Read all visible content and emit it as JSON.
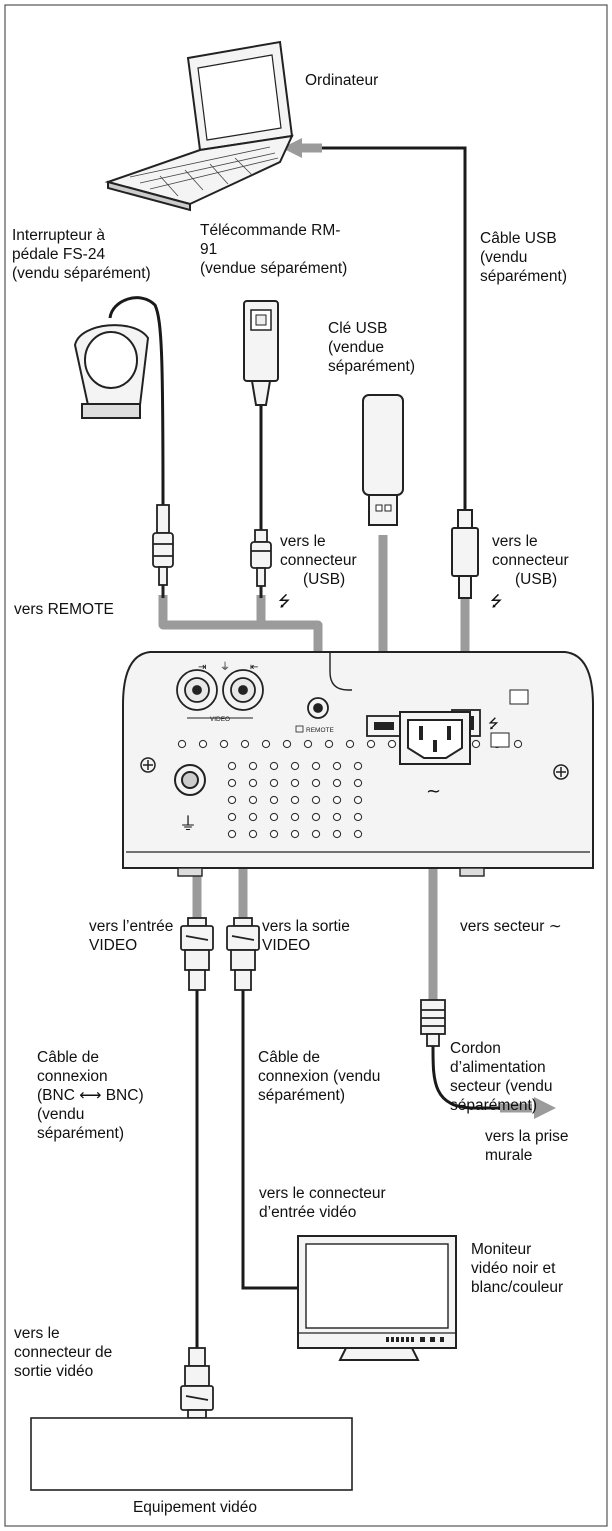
{
  "colors": {
    "connection": "#9b9b9b",
    "cable": "#1a1a1a",
    "outline": "#222222",
    "device_fill": "#f4f4f4",
    "border": "#555555"
  },
  "labels": {
    "ordinateur": [
      "Ordinateur"
    ],
    "pedale": [
      "Interrupteur à",
      "pédale FS-24",
      "(vendu séparément)"
    ],
    "telecommande": [
      "Télécommande RM-",
      "91",
      "(vendue séparément)"
    ],
    "cable_usb": [
      "Câble USB",
      "(vendu",
      "séparément)"
    ],
    "cle_usb": [
      "Clé USB",
      "(vendue",
      "séparément)"
    ],
    "vers_connecteur_usb_1": [
      "vers le",
      "connecteur",
      "(USB)"
    ],
    "vers_connecteur_usb_2": [
      "vers le",
      "connecteur",
      "(USB)"
    ],
    "vers_remote": [
      "vers REMOTE"
    ],
    "vers_entree_video": [
      "vers l’entrée",
      "VIDEO"
    ],
    "vers_sortie_video": [
      "vers la sortie",
      "VIDEO"
    ],
    "vers_secteur": [
      "vers secteur ∼"
    ],
    "cordon": [
      "Cordon",
      "d’alimentation",
      "secteur (vendu",
      "séparément)"
    ],
    "prise_murale": [
      "vers la prise",
      "murale"
    ],
    "cable_bnc": [
      "Câble de",
      "connexion",
      "(BNC ⟷ BNC)",
      "(vendu",
      "séparément)"
    ],
    "cable_connexion": [
      "Câble de",
      "connexion (vendu",
      "séparément)"
    ],
    "vers_connecteur_entree_video": [
      "vers le connecteur",
      "d’entrée vidéo"
    ],
    "moniteur": [
      "Moniteur",
      "vidéo noir et",
      "blanc/couleur"
    ],
    "vers_connecteur_sortie_video": [
      "vers le",
      "connecteur de",
      "sortie vidéo"
    ],
    "equipement_video": [
      "Equipement vidéo"
    ]
  },
  "panel": {
    "video_label": "VIDEO",
    "remote_label": "REMOTE"
  },
  "icons": {
    "usb": "usb-trident-icon",
    "ground": "ground-icon",
    "ac": "ac-tilde-icon",
    "info": "info-book-icon"
  }
}
